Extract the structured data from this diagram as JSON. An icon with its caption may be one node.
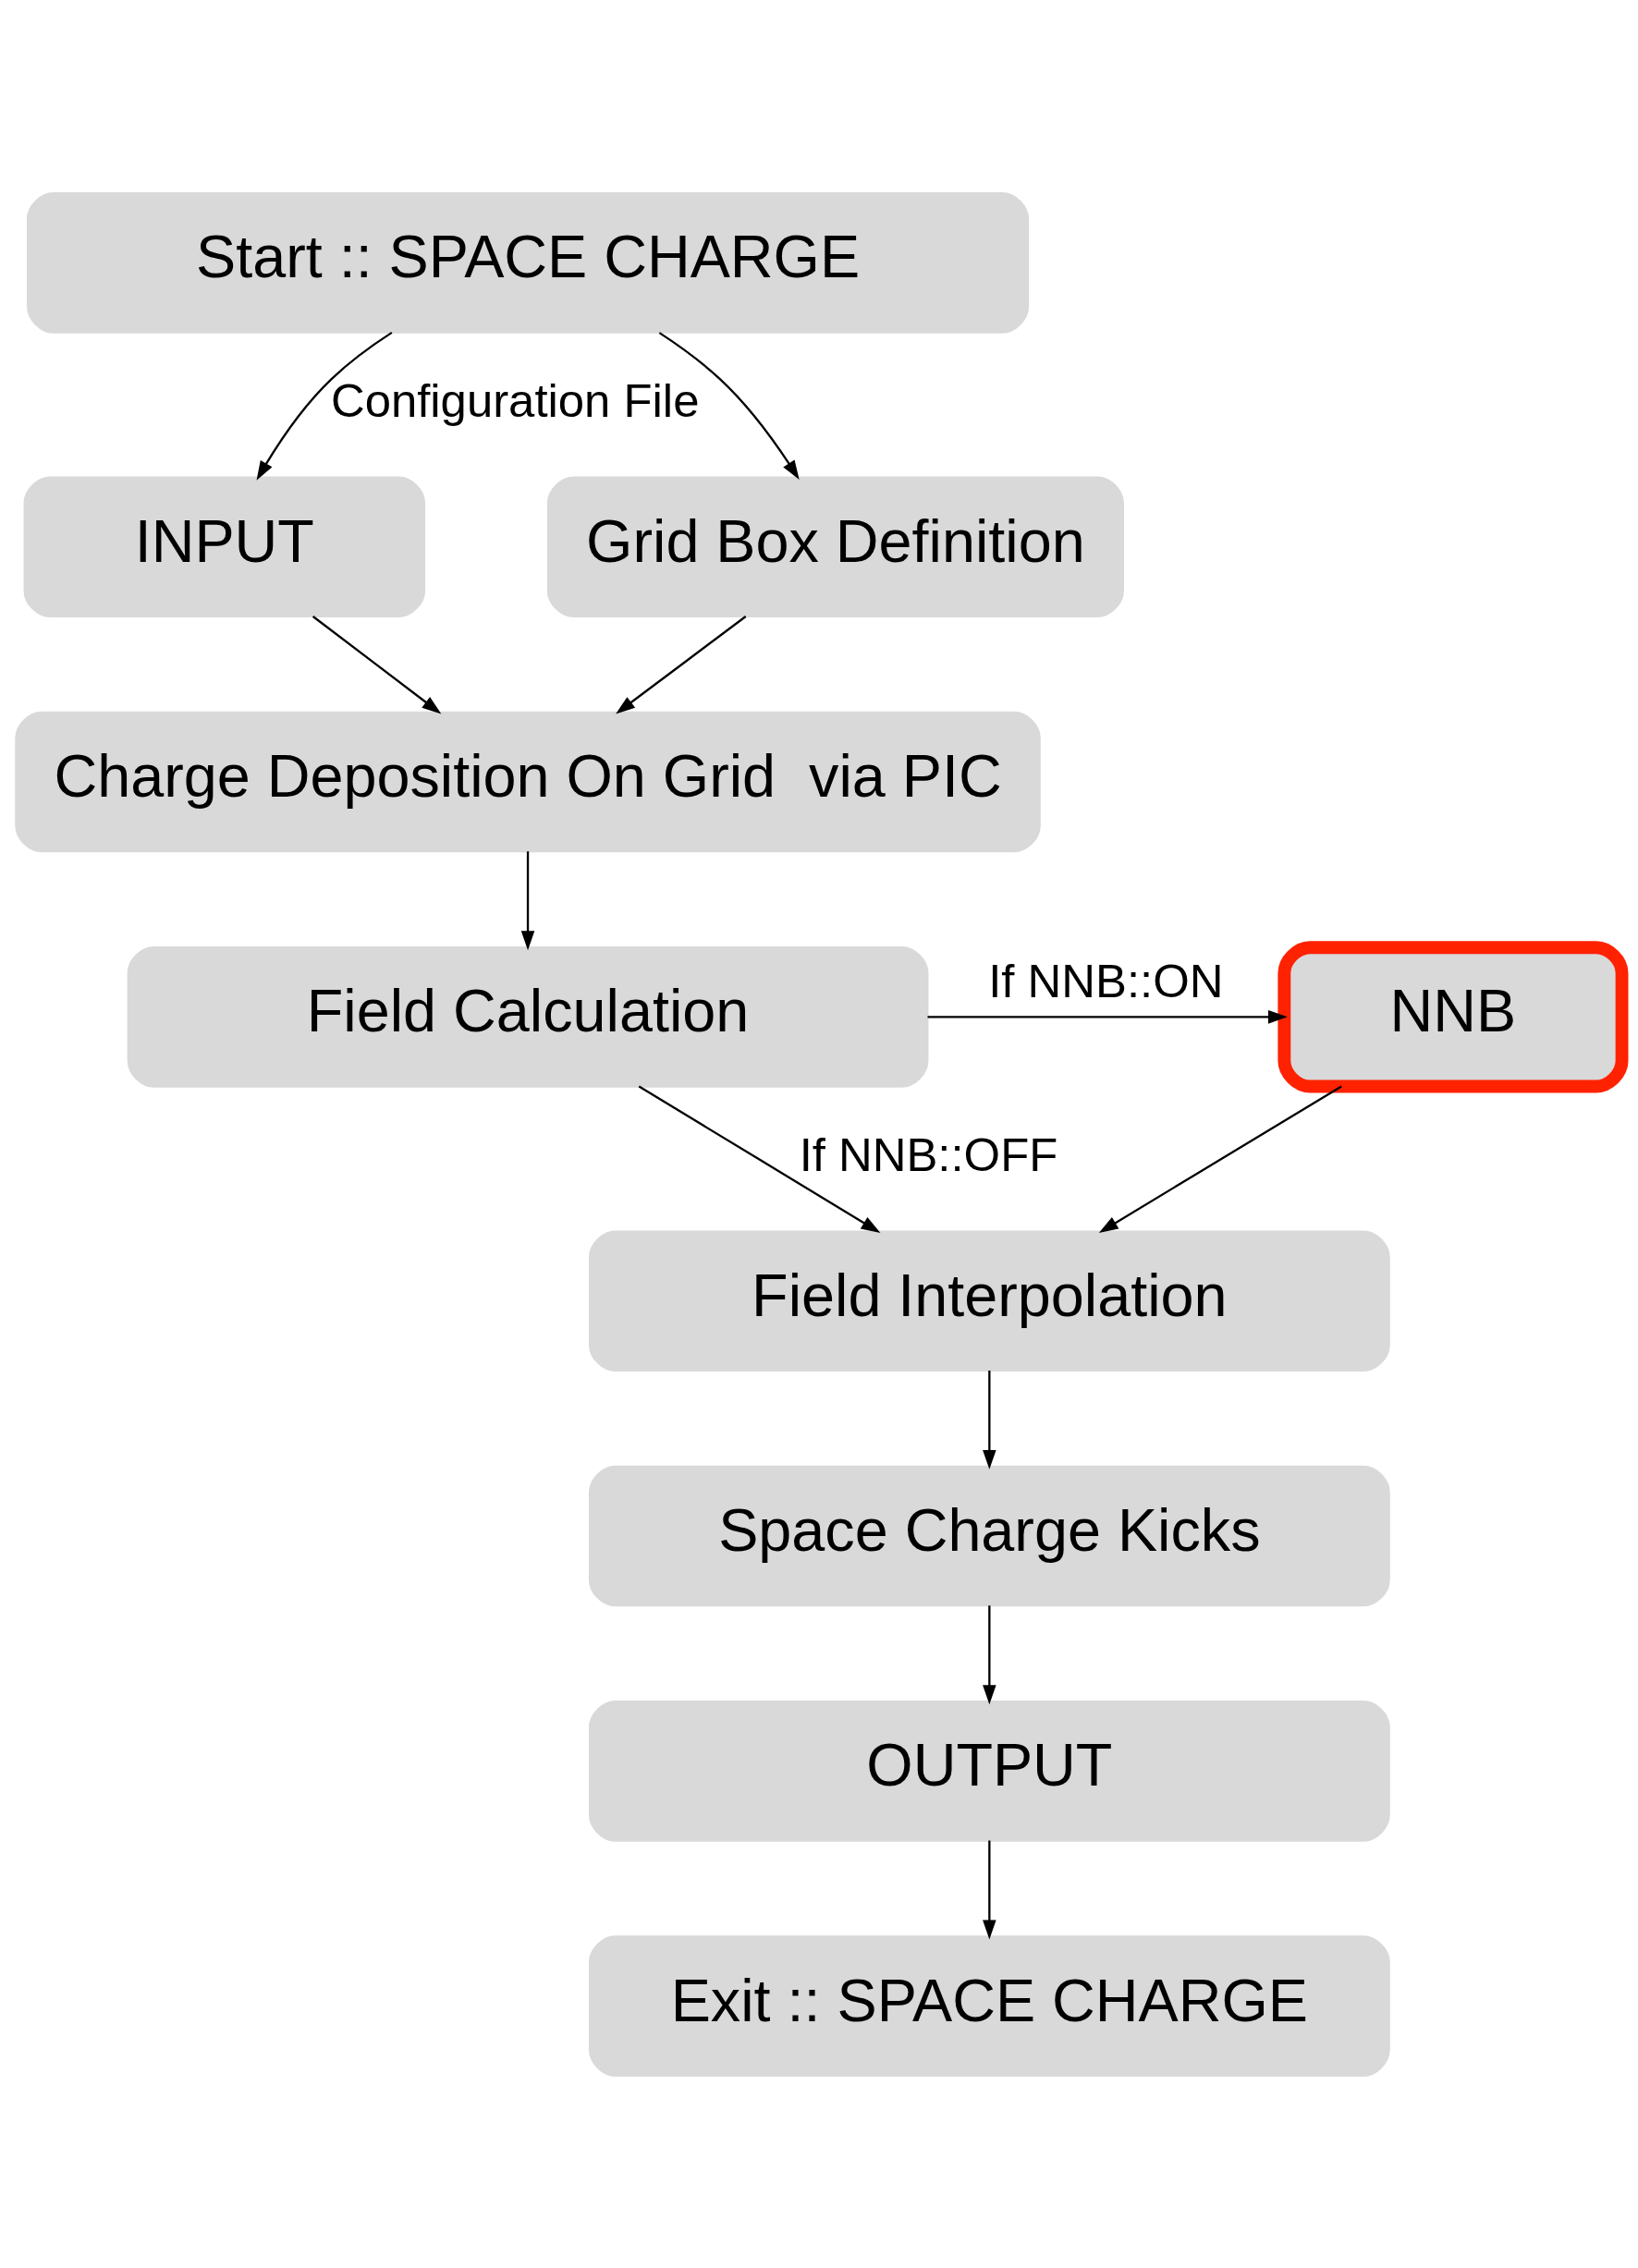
{
  "diagram": {
    "nodes": [
      {
        "text": [
          "Start :: SPACE CHARGE"
        ]
      },
      {
        "text": [
          "INPUT"
        ]
      },
      {
        "text": [
          "Grid Box Definition"
        ]
      },
      {
        "text": [
          "Charge Deposition On Grid  via PIC"
        ]
      },
      {
        "text": [
          "Field Calculation"
        ]
      },
      {
        "text": [
          "NNB"
        ]
      },
      {
        "text": [
          "Field Interpolation"
        ]
      },
      {
        "text": [
          "Space Charge Kicks"
        ]
      },
      {
        "text": [
          "OUTPUT"
        ]
      },
      {
        "text": [
          "Exit :: SPACE CHARGE"
        ]
      }
    ],
    "edges": [
      {
        "from": 0,
        "to": 1,
        "arrow": "to",
        "label": "Configuration File"
      },
      {
        "from": 0,
        "to": 2,
        "arrow": "to"
      },
      {
        "from": 1,
        "to": 3,
        "arrow": "to"
      },
      {
        "from": 2,
        "to": 3,
        "arrow": "to"
      },
      {
        "from": 3,
        "to": 4,
        "arrow": "to"
      },
      {
        "from": 4,
        "to": 5,
        "arrow": "to",
        "label": "If NNB::ON"
      },
      {
        "from": 4,
        "to": 6,
        "arrow": "to",
        "label": "If NNB::OFF"
      },
      {
        "from": 5,
        "to": 6,
        "arrow": "to"
      },
      {
        "from": 6,
        "to": 7,
        "arrow": "to"
      },
      {
        "from": 7,
        "to": 8,
        "arrow": "to"
      },
      {
        "from": 8,
        "to": 9,
        "arrow": "to"
      }
    ]
  }
}
